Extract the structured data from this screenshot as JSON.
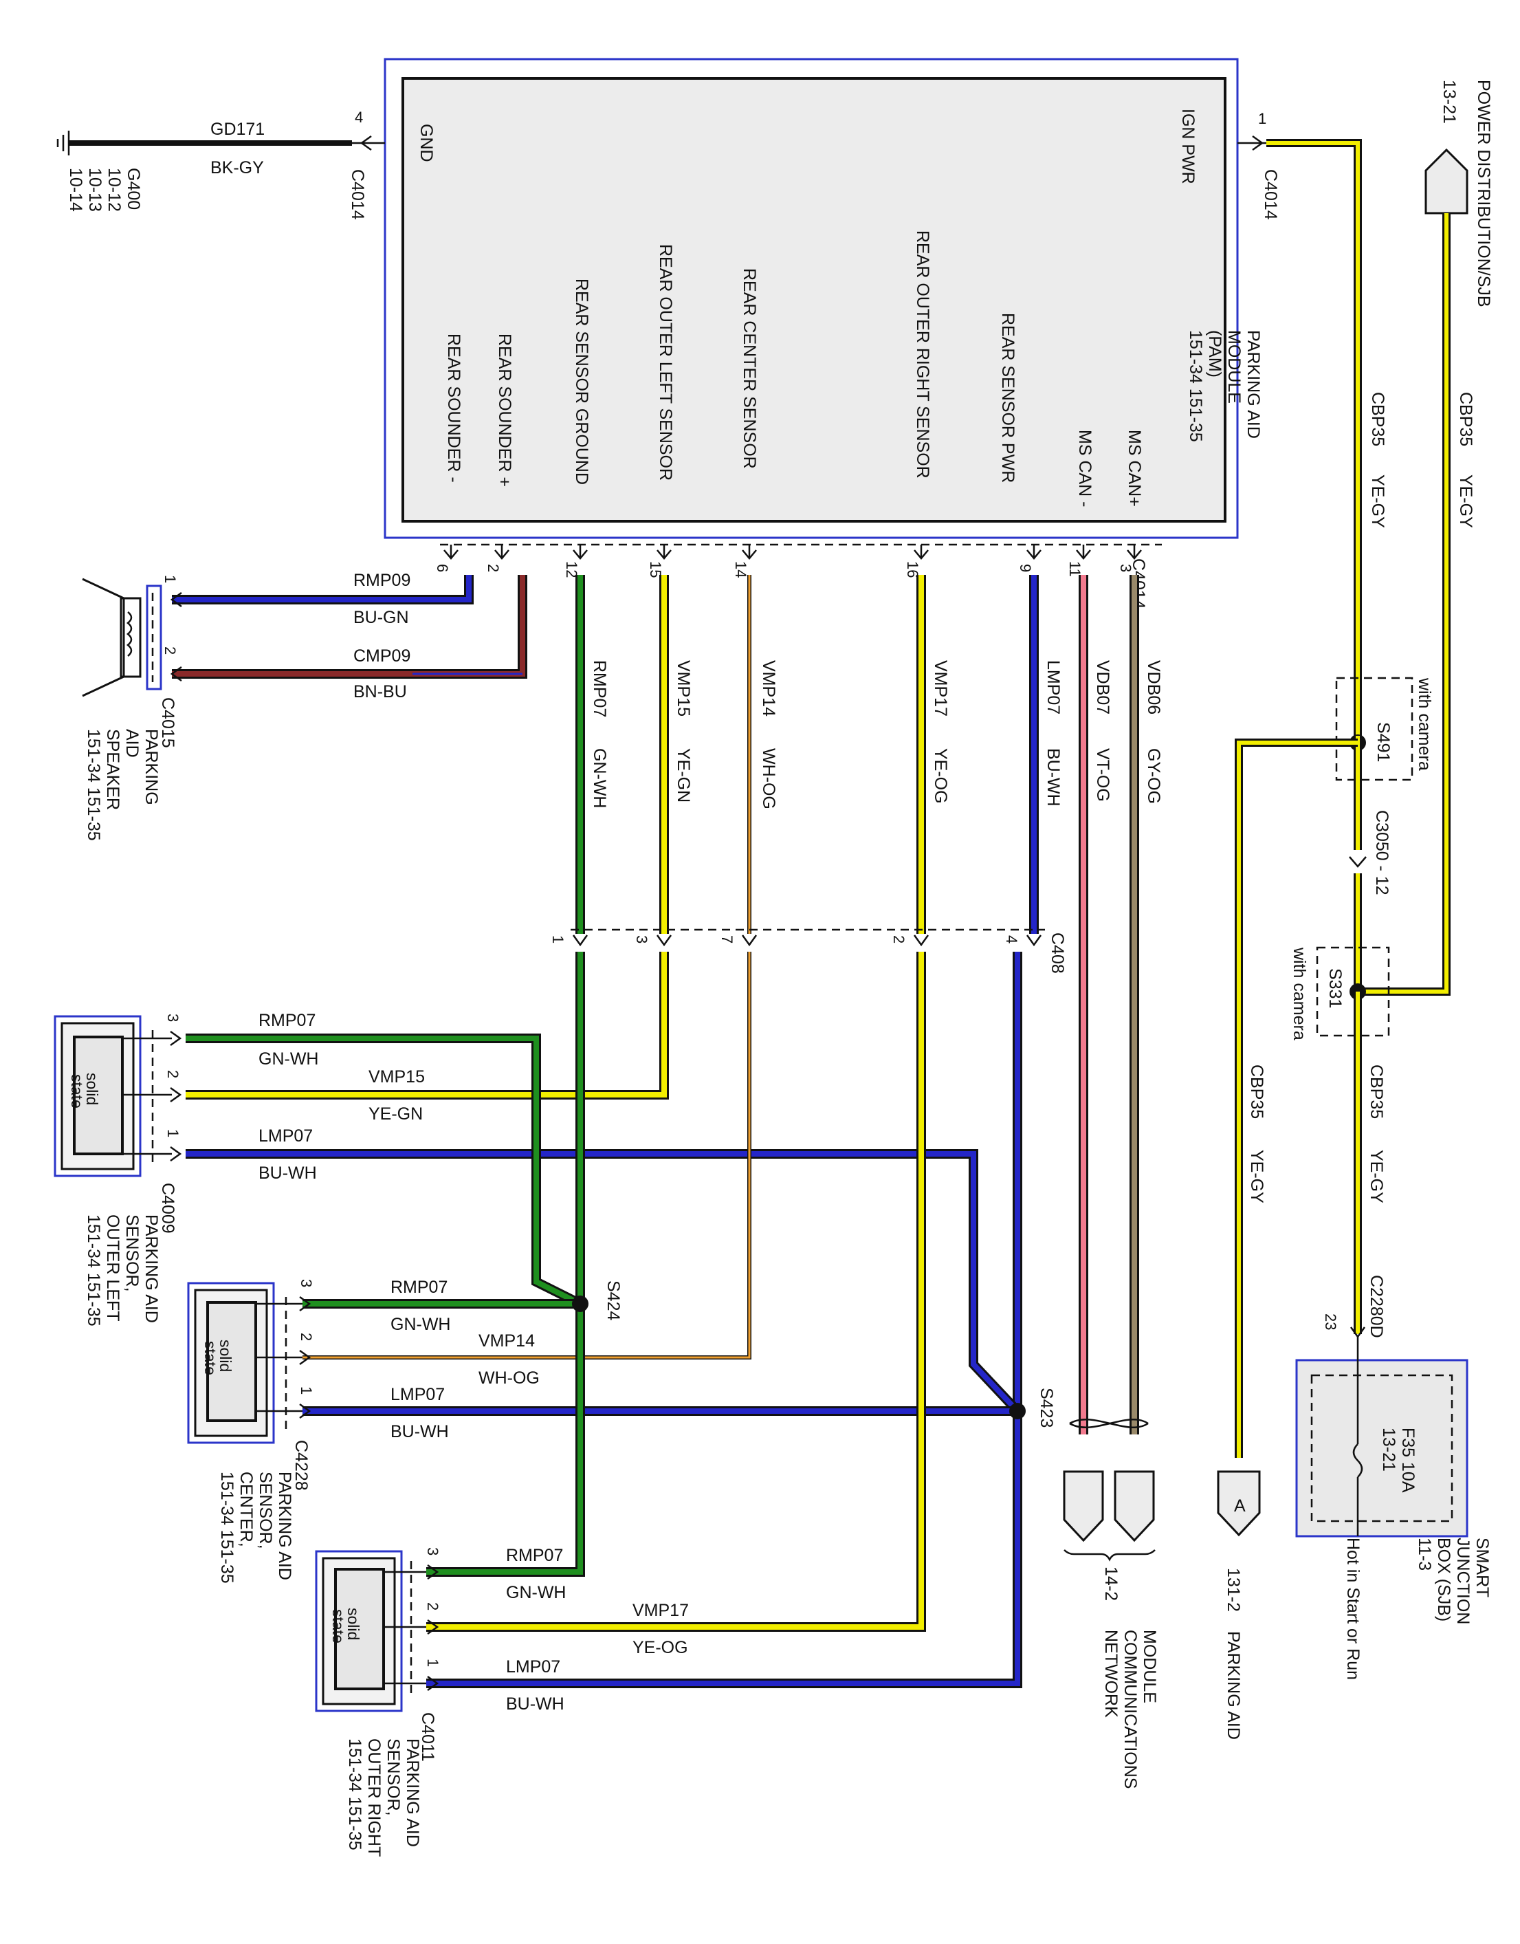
{
  "pam": {
    "title_lines": [
      "PARKING AID",
      "MODULE",
      "(PAM)",
      "151-34  151-35"
    ],
    "gnd_label": "GND",
    "ign_label": "IGN PWR",
    "connector": "C4014",
    "pins": [
      {
        "num": "3",
        "label": "MS CAN+"
      },
      {
        "num": "11",
        "label": "MS CAN -"
      },
      {
        "num": "9",
        "label": "REAR SENSOR PWR"
      },
      {
        "num": "16",
        "label": "REAR OUTER RIGHT SENSOR"
      },
      {
        "num": "14",
        "label": "REAR CENTER SENSOR"
      },
      {
        "num": "15",
        "label": "REAR OUTER LEFT SENSOR"
      },
      {
        "num": "12",
        "label": "REAR SENSOR GROUND"
      },
      {
        "num": "2",
        "label": "REAR SOUNDER +"
      },
      {
        "num": "6",
        "label": "REAR SOUNDER -"
      }
    ]
  },
  "ground": {
    "circuit": "GD171",
    "color": "BK-GY",
    "pin": "4",
    "connector": "C4014",
    "ref_lines": [
      "G400",
      "10-12",
      "10-13",
      "10-14"
    ]
  },
  "ign": {
    "pin": "1",
    "connector": "C4014"
  },
  "power_dist": {
    "label": "POWER DISTRIBUTION/SJB",
    "ref": "13-21",
    "circuit": "CBP35",
    "color": "YE-GY"
  },
  "pam_feed": {
    "circuit": "CBP35",
    "color": "YE-GY"
  },
  "splice_s491": {
    "name": "S491",
    "note": "with camera"
  },
  "c3050": {
    "label": "C3050  -  12"
  },
  "splice_s331": {
    "name": "S331",
    "note": "with camera"
  },
  "branch_wire": {
    "circuit": "CBP35",
    "color": "YE-GY"
  },
  "sjb_feed": {
    "circuit": "CBP35",
    "color": "YE-GY",
    "connector": "C2280D",
    "pin": "23"
  },
  "sjb": {
    "fuse": "F35  10A",
    "fuse_ref": "13-21",
    "lines": [
      "SMART",
      "JUNCTION",
      "BOX (SJB)",
      "11-3"
    ],
    "note": "Hot in Start or Run"
  },
  "parking_aid_ref": {
    "letter": "A",
    "ref": "131-2",
    "label": "PARKING AID"
  },
  "network_ref": {
    "ref": "14-2",
    "lines": [
      "MODULE",
      "COMMUNICATIONS",
      "NETWORK"
    ]
  },
  "pam_wires": [
    {
      "circuit": "VDB06",
      "color": "GY-OG"
    },
    {
      "circuit": "VDB07",
      "color": "VT-OG"
    },
    {
      "circuit": "LMP07",
      "color": "BU-WH"
    },
    {
      "circuit": "VMP17",
      "color": "YE-OG"
    },
    {
      "circuit": "VMP14",
      "color": "WH-OG"
    },
    {
      "circuit": "VMP15",
      "color": "YE-GN"
    },
    {
      "circuit": "RMP07",
      "color": "GN-WH"
    }
  ],
  "c408": {
    "label": "C408",
    "pins": [
      "4",
      "2",
      "7",
      "3",
      "1"
    ]
  },
  "speaker": {
    "connector": "C4015",
    "lines": [
      "PARKING",
      "AID",
      "SPEAKER",
      "151-34  151-35"
    ],
    "wire1": {
      "circuit": "RMP09",
      "color": "BU-GN",
      "pin": "1"
    },
    "wire2": {
      "circuit": "CMP09",
      "color": "BN-BU",
      "pin": "2"
    }
  },
  "splices": {
    "s424": "S424",
    "s423": "S423"
  },
  "sensors": [
    {
      "connector": "C4009",
      "lines": [
        "PARKING AID",
        "SENSOR,",
        "OUTER LEFT",
        "151-34  151-35"
      ],
      "inner": [
        "solid",
        "state"
      ],
      "wires": [
        {
          "pin": "3",
          "circuit": "RMP07",
          "color": "GN-WH"
        },
        {
          "pin": "2",
          "circuit": "VMP15",
          "color": "YE-GN"
        },
        {
          "pin": "1",
          "circuit": "LMP07",
          "color": "BU-WH"
        }
      ]
    },
    {
      "connector": "C4228",
      "lines": [
        "PARKING AID",
        "SENSOR,",
        "CENTER,",
        "151-34  151-35"
      ],
      "inner": [
        "solid",
        "state"
      ],
      "wires": [
        {
          "pin": "3",
          "circuit": "RMP07",
          "color": "GN-WH"
        },
        {
          "pin": "2",
          "circuit": "VMP14",
          "color": "WH-OG"
        },
        {
          "pin": "1",
          "circuit": "LMP07",
          "color": "BU-WH"
        }
      ]
    },
    {
      "connector": "C4011",
      "lines": [
        "PARKING AID",
        "SENSOR,",
        "OUTER RIGHT",
        "151-34  151-35"
      ],
      "inner": [
        "solid",
        "state"
      ],
      "wires": [
        {
          "pin": "3",
          "circuit": "RMP07",
          "color": "GN-WH"
        },
        {
          "pin": "2",
          "circuit": "VMP17",
          "color": "YE-OG"
        },
        {
          "pin": "1",
          "circuit": "LMP07",
          "color": "BU-WH"
        }
      ]
    }
  ],
  "colors": {
    "yellow": "#f2ee00",
    "green": "#1f8f1f",
    "blue": "#2426c8",
    "orange": "#f0a030",
    "pink": "#f27a8e",
    "gray": "#9a8a6a",
    "brown": "#8a2a2a",
    "outline": "#2b35c9"
  }
}
